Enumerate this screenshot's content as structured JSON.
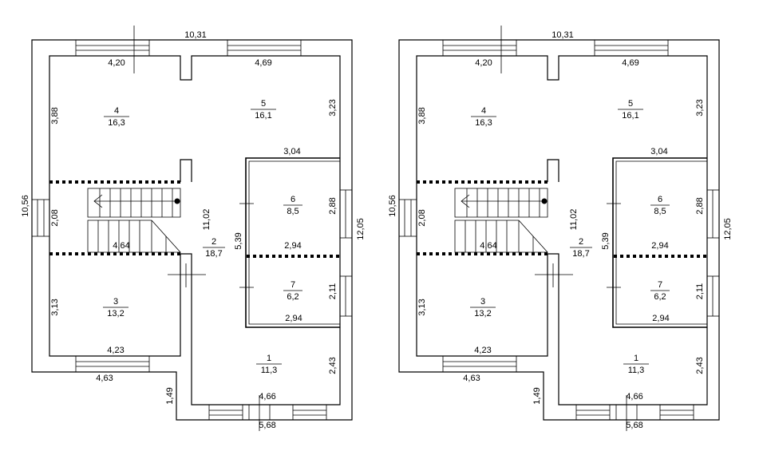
{
  "plans": [
    {
      "dimensions": {
        "top_width": "10,31",
        "left_height": "10,56",
        "right_height": "12,05",
        "bottom_width": "5,68",
        "top_left_window": "4,20",
        "top_right_window": "4,69",
        "room4_height": "3,88",
        "room5_height": "3,23",
        "room6_top": "3,04",
        "window_left": "2,08",
        "room6_height": "2,88",
        "room6_bottom": "2,94",
        "stair_width": "4,64",
        "hall_length": "11,02",
        "partition": "5,39",
        "room7_height": "2,11",
        "room7_bottom": "2,94",
        "room3_height": "3,13",
        "room3_width": "4,23",
        "bottom_left": "4,63",
        "step_depth": "1,49",
        "room1_width": "4,66",
        "room1_height": "2,43"
      },
      "rooms": [
        {
          "id": "4",
          "area": "16,3"
        },
        {
          "id": "5",
          "area": "16,1"
        },
        {
          "id": "6",
          "area": "8,5"
        },
        {
          "id": "2",
          "area": "18,7"
        },
        {
          "id": "7",
          "area": "6,2"
        },
        {
          "id": "3",
          "area": "13,2"
        },
        {
          "id": "1",
          "area": "11,3"
        }
      ]
    },
    {
      "dimensions": {
        "top_width": "10,31",
        "left_height": "10,56",
        "right_height": "12,05",
        "bottom_width": "5,68",
        "top_left_window": "4,20",
        "top_right_window": "4,69",
        "room4_height": "3,88",
        "room5_height": "3,23",
        "room6_top": "3,04",
        "window_left": "2,08",
        "room6_height": "2,88",
        "room6_bottom": "2,94",
        "stair_width": "4,64",
        "hall_length": "11,02",
        "partition": "5,39",
        "room7_height": "2,11",
        "room7_bottom": "2,94",
        "room3_height": "3,13",
        "room3_width": "4,23",
        "bottom_left": "4,63",
        "step_depth": "1,49",
        "room1_width": "4,66",
        "room1_height": "2,43"
      },
      "rooms": [
        {
          "id": "4",
          "area": "16,3"
        },
        {
          "id": "5",
          "area": "16,1"
        },
        {
          "id": "6",
          "area": "8,5"
        },
        {
          "id": "2",
          "area": "18,7"
        },
        {
          "id": "7",
          "area": "6,2"
        },
        {
          "id": "3",
          "area": "13,2"
        },
        {
          "id": "1",
          "area": "11,3"
        }
      ]
    }
  ]
}
